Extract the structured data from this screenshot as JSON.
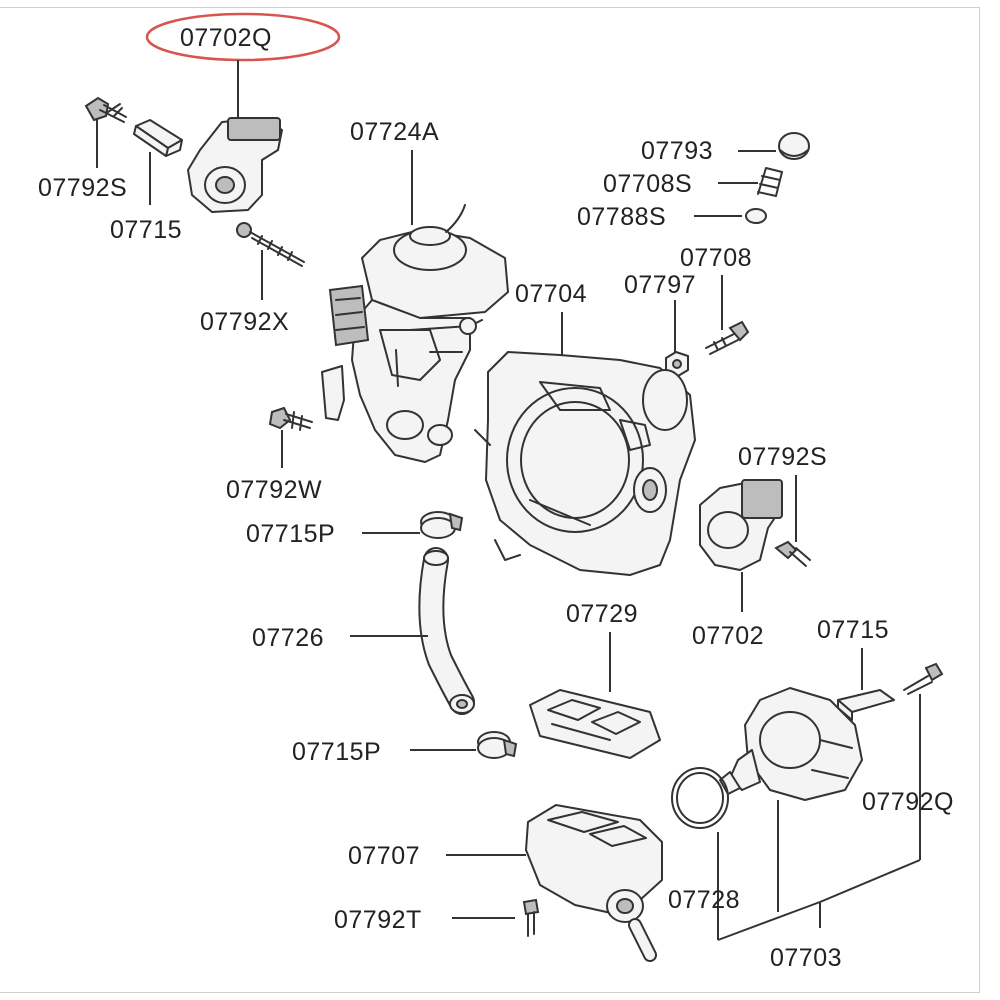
{
  "diagram": {
    "highlight_color": "#d9534f",
    "labels": {
      "top_highlight": "07702Q",
      "l_07792S_top": "07792S",
      "l_07715_top": "07715",
      "l_07724A": "07724A",
      "l_07793": "07793",
      "l_07708S": "07708S",
      "l_07788S": "07788S",
      "l_07708": "07708",
      "l_07797": "07797",
      "l_07792X": "07792X",
      "l_07704": "07704",
      "l_07792W": "07792W",
      "l_07792S_mid": "07792S",
      "l_07715P_top": "07715P",
      "l_07729": "07729",
      "l_07726": "07726",
      "l_07702": "07702",
      "l_07715_mid": "07715",
      "l_07715P_bot": "07715P",
      "l_07792Q": "07792Q",
      "l_07707": "07707",
      "l_07728": "07728",
      "l_07792T": "07792T",
      "l_07703": "07703"
    }
  }
}
